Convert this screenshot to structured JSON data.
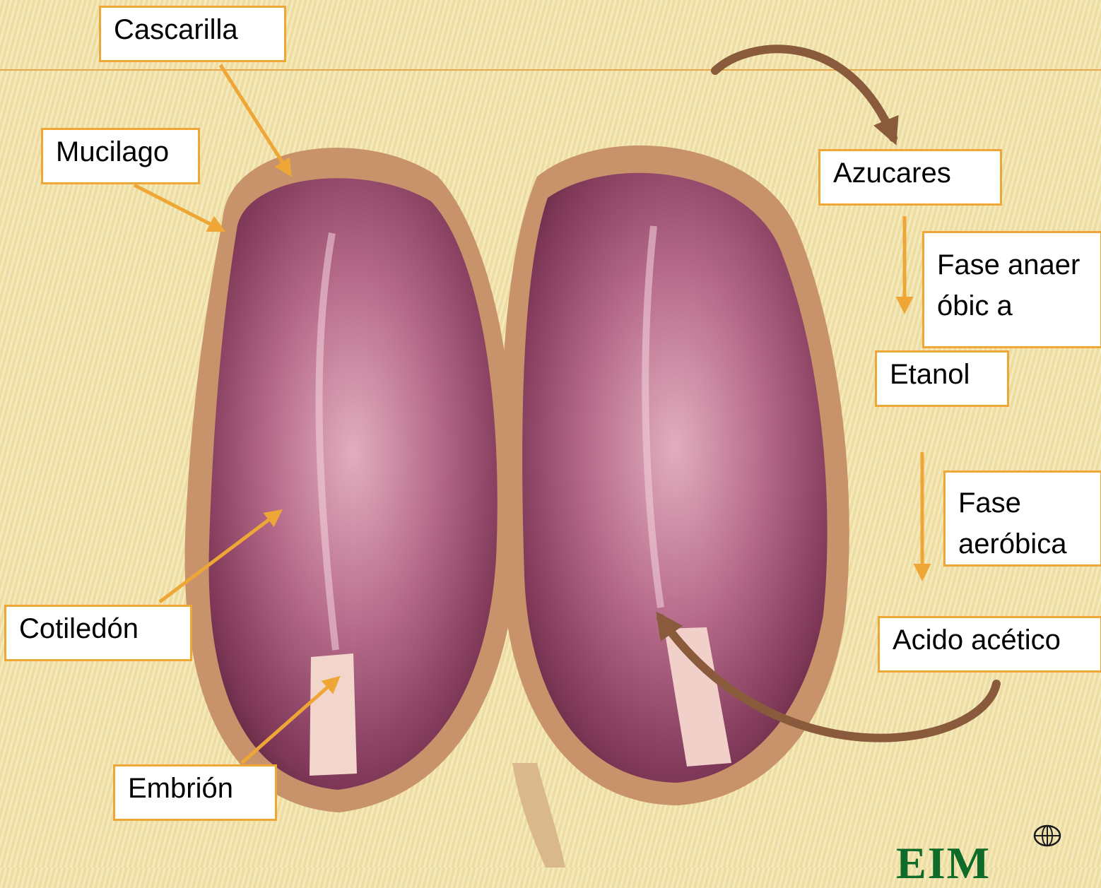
{
  "labels": {
    "cascarilla": "Cascarilla",
    "mucilago": "Mucilago",
    "cotiledon": "Cotiledón",
    "embrion": "Embrión",
    "azucares": "Azucares",
    "fase_anaerobica": "Fase anaeróbic a",
    "etanol": "Etanol",
    "fase_aerobica": "Fase aeróbica",
    "acido_acetico": "Acido acético"
  },
  "logo": {
    "text": "EIM"
  },
  "colors": {
    "accent": "#eea637",
    "curved_arrow": "#8a5a3c",
    "logo": "#0e6b2a",
    "bean_shell": "#c8936a",
    "bean_interior": "#9a4a6c"
  }
}
